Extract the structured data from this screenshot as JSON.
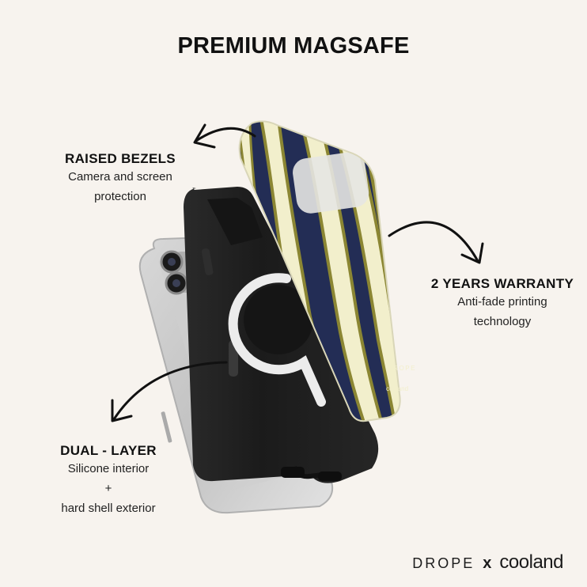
{
  "title": "PREMIUM MAGSAFE",
  "features": {
    "bezels": {
      "heading": "RAISED BEZELS",
      "line1": "Camera and screen",
      "line2": "protection"
    },
    "warranty": {
      "heading": "2 YEARS WARRANTY",
      "line1": "Anti-fade printing",
      "line2": "technology"
    },
    "layer": {
      "heading": "DUAL - LAYER",
      "line1": "Silicone interior",
      "line2": "+",
      "line3": "hard shell exterior"
    }
  },
  "case_print": {
    "line1": "DROPE",
    "line2": "cooland"
  },
  "brand": {
    "left": "DROPE",
    "separator": "x",
    "right": "cooland"
  },
  "colors": {
    "background": "#f7f3ee",
    "stripe_navy": "#232d55",
    "stripe_cream": "#f2efcc",
    "stripe_olive": "#8b8633",
    "inner_case": "#1e1e1e",
    "phone_silver": "#c9c9c9"
  }
}
